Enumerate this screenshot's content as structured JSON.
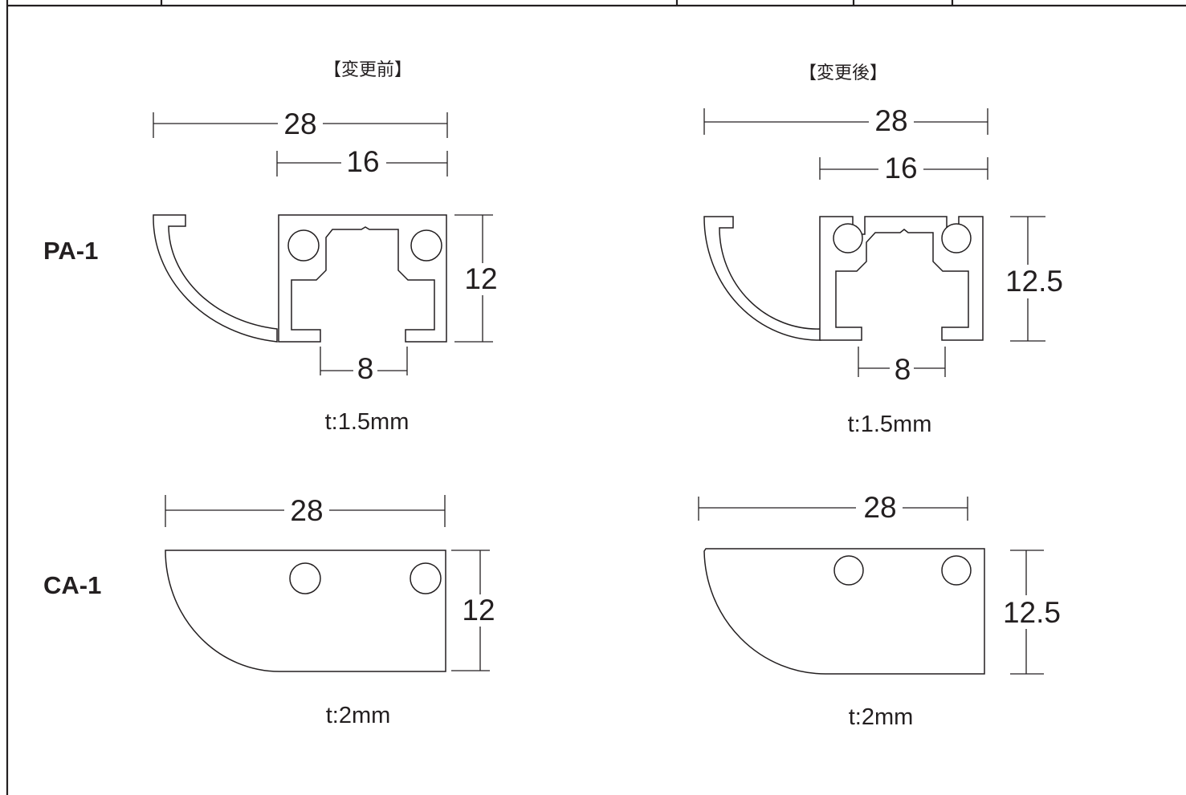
{
  "headers": {
    "before": "【変更前】",
    "after": "【変更後】"
  },
  "rows": {
    "pa1": "PA-1",
    "ca1": "CA-1"
  },
  "pa1_before": {
    "width_total": "28",
    "width_channel": "16",
    "height": "12",
    "opening": "8",
    "thickness": "t:1.5mm"
  },
  "pa1_after": {
    "width_total": "28",
    "width_channel": "16",
    "height": "12.5",
    "opening": "8",
    "thickness": "t:1.5mm"
  },
  "ca1_before": {
    "width_total": "28",
    "height": "12",
    "thickness": "t:2mm"
  },
  "ca1_after": {
    "width_total": "28",
    "height": "12.5",
    "thickness": "t:2mm"
  }
}
